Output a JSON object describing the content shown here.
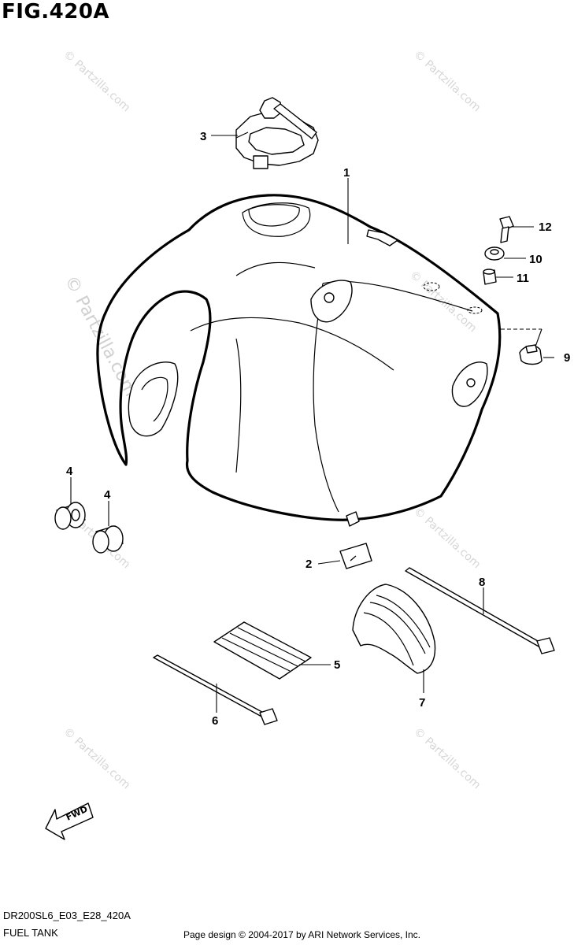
{
  "figure": {
    "title": "FIG.420A",
    "model_code": "DR200SL6_E03_E28_420A",
    "section_name": "FUEL TANK",
    "credit": "Page design © 2004-2017 by ARI Network Services, Inc."
  },
  "watermark": {
    "text": "© Partzilla.com"
  },
  "callouts": [
    {
      "id": "1",
      "part": "fuel-tank"
    },
    {
      "id": "2",
      "part": "clip"
    },
    {
      "id": "3",
      "part": "fuel-cap"
    },
    {
      "id": "4",
      "part": "cushion-a"
    },
    {
      "id": "4",
      "part": "cushion-b"
    },
    {
      "id": "5",
      "part": "pad"
    },
    {
      "id": "6",
      "part": "cable-tie"
    },
    {
      "id": "7",
      "part": "cover"
    },
    {
      "id": "8",
      "part": "cable-tie"
    },
    {
      "id": "9",
      "part": "grommet"
    },
    {
      "id": "10",
      "part": "washer"
    },
    {
      "id": "11",
      "part": "spacer"
    },
    {
      "id": "12",
      "part": "bolt"
    }
  ],
  "direction_badge": {
    "label": "FWD"
  }
}
